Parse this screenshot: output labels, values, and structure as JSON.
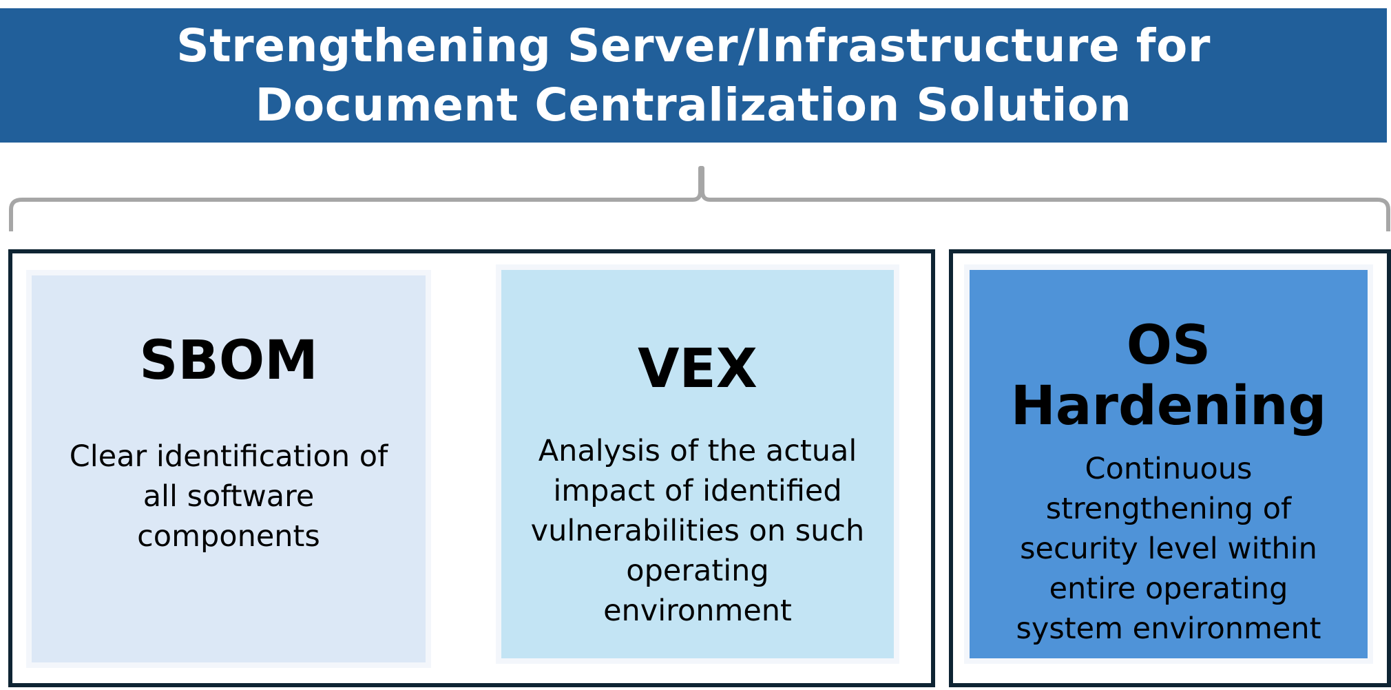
{
  "header": {
    "title_line1": "Strengthening Server/Infrastructure for",
    "title_line2": "Document Centralization Solution"
  },
  "cards": [
    {
      "title": "SBOM",
      "description": "Clear identification of\nall software\ncomponents"
    },
    {
      "title": "VEX",
      "description": "Analysis of the actual\nimpact of identified\nvulnerabilities on such\noperating\nenvironment"
    },
    {
      "title": "OS\nHardening",
      "description": "Continuous\nstrengthening of\nsecurity level within\nentire operating\nsystem environment"
    }
  ],
  "colors": {
    "banner": "#215f9a",
    "frame": "#0e2433",
    "sbom": "#dce8f6",
    "vex": "#c3e4f4",
    "os_hardening": "#4f93d8",
    "brace": "#a6a6a6"
  }
}
